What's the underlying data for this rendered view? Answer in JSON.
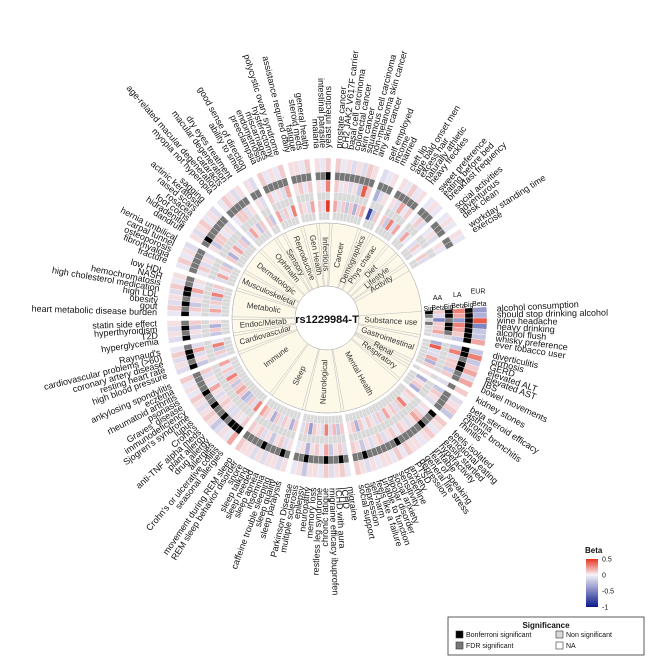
{
  "chart_data": {
    "type": "heatmap",
    "center_label": "rs1229984-T",
    "ring_headers": [
      "AA",
      "LA",
      "EUR"
    ],
    "stat_headers": [
      "Sig",
      "Beta"
    ],
    "beta_legend": {
      "title": "Beta",
      "ticks": [
        "0.5",
        "0",
        "-0.5",
        "-1"
      ],
      "range": [
        -1,
        0.5
      ]
    },
    "significance_legend": {
      "title": "Significance",
      "items": [
        "Bonferroni significant",
        "FDR significant",
        "Non significant",
        "NA"
      ]
    },
    "domains": [
      {
        "name": "Substance use",
        "traits": [
          "alcohol consumption",
          "should stop drinking alcohol",
          "wine headache",
          "heavy drinking",
          "alcohol flush",
          "whisky preference",
          "ever tobacco user"
        ]
      },
      {
        "name": "Gastrointestinal",
        "traits": [
          "diverticulitis",
          "cirrhosis",
          "GERD",
          "elevated ALT",
          "elevated AST",
          "IBS",
          "bowel movements"
        ]
      },
      {
        "name": "Renal",
        "traits": [
          "kidney stones"
        ]
      },
      {
        "name": "Respiratory",
        "traits": [
          "beta steroid efficacy",
          "asthma",
          "chronic bronchitis",
          "rhinitis"
        ]
      },
      {
        "name": "Mental Health",
        "traits": [
          "feels isolated",
          "emotional eating",
          "easily startled",
          "hyperactivity",
          "irritable",
          "fear of speaking",
          "general life stress",
          "depression",
          "PTSD",
          "anxiety",
          "borderline",
          "sensitivity",
          "social anxiety",
          "bipolar disorder",
          "unable to function",
          "feels like a failure",
          "self-harm",
          "depression",
          "social support"
        ]
      },
      {
        "name": "Neurological",
        "traits": [
          "migraine",
          "ICHD",
          "ICHD with aura",
          "migraine efficacy ibuprofen",
          "chronic fatigue",
          "restless leg syndrome",
          "memory loss",
          "neuropathy",
          "epilepsy",
          "multiple sclerosis",
          "Parkinson Disease"
        ]
      },
      {
        "name": "Sleep",
        "traits": [
          "sleep paralysis",
          "sleep quality",
          "caffeine trouble sleeping",
          "insomnia",
          "sleep apnea",
          "sleep needed",
          "sleep talking",
          "snore",
          "REM sleep behavior disorder",
          "movement during REM sleep"
        ]
      },
      {
        "name": "Immune",
        "traits": [
          "seasonal allergies",
          "Crohn's or ulcerative colitis",
          "allergies",
          "drug allergy",
          "plant allergy",
          "anti-TNF alpha meds",
          "Crohn's",
          "lupus",
          "Sjogren's syndrome",
          "immunodeficiency",
          "Graves' disease",
          "psoriasis",
          "rheumatoid arthritis",
          "eczema",
          "ankylosing spondylitis"
        ]
      },
      {
        "name": "Cardiovascular",
        "traits": [
          "high blood pressure",
          "resting heart rate",
          "coronary artery disease",
          "cardiovascular problems (>60)",
          "Raynaud's"
        ]
      },
      {
        "name": "Endoc/Metab",
        "traits": [
          "hyperglycemia",
          "T2D",
          "hyperthyroidism",
          "statin side effect"
        ]
      },
      {
        "name": "Metabolic",
        "traits": [
          "heart metabolic disease burden",
          "gout",
          "obesity",
          "high LDL",
          "high cholesterol medication",
          "hemochromatosis",
          "NASH",
          "low HDL"
        ]
      },
      {
        "name": "Musculoskeletal",
        "traits": [
          "fracture",
          "fibromyalgia",
          "osteoporosis",
          "carpal tunnel",
          "hernia umbilical"
        ]
      },
      {
        "name": "Dermatologic",
        "traits": [
          "dandruff",
          "hidradenitis",
          "foot corns",
          "rosacea",
          "raised scars",
          "actinic keratosis",
          "sagging"
        ]
      },
      {
        "name": "Ophthalm",
        "traits": [
          "myopia not hyperopia",
          "age-related macular degeneration",
          "cataracts",
          "macular degeneration",
          "dry eyes treatment"
        ]
      },
      {
        "name": "Sensory",
        "traits": [
          "ability to smell",
          "good sense of direction"
        ]
      },
      {
        "name": "Reproductive",
        "traits": [
          "preeclampsia",
          "endometriosis",
          "miscarriages",
          "hysterectomy",
          "polycystic ovary syndrome"
        ]
      },
      {
        "name": "Gen Health",
        "traits": [
          "assistance required daily",
          "fatigue",
          "steroid meds",
          "general health"
        ]
      },
      {
        "name": "Infectious",
        "traits": [
          "malaria",
          "intestinal parasite",
          "yeast infections"
        ]
      },
      {
        "name": "Cancer",
        "traits": [
          "prostate cancer",
          "CH2 JAK2 V617F carrier",
          "basal cell carcinoma",
          "colorectal cancer",
          "skin cancer",
          "squamous cell carcinoma",
          "non-melanoma skin cancer",
          "any skin cancer"
        ]
      },
      {
        "name": "Demographics",
        "traits": [
          "self employed",
          "income",
          "married"
        ]
      },
      {
        "name": "Phys charac",
        "traits": [
          "cleft lip",
          "age bald onset men",
          "excess hair",
          "naturally athletic",
          "heavy freckles"
        ]
      },
      {
        "name": "Diet",
        "traits": [
          "sweet preference",
          "eating before bed",
          "breakfast frequency"
        ]
      },
      {
        "name": "Lifestyle",
        "traits": [
          "social activities",
          "adventurous",
          "desk clean"
        ]
      },
      {
        "name": "Activity",
        "traits": [
          "workday standing time",
          "exercise"
        ]
      }
    ],
    "beta": {
      "AA": [
        0.1,
        -0.1,
        -0.5,
        0.1,
        0.1,
        0.2,
        -0.1,
        -0.3,
        0.4,
        -0.1,
        -0.1,
        0.2,
        -0.3,
        0.1,
        0.05,
        -0.3,
        0.05,
        0.1,
        -0.3,
        0.1,
        0.05,
        -0.05,
        0.3,
        0.1,
        -0.1,
        0.1,
        0.05,
        0.2,
        -0.1,
        0.1,
        -0.1,
        0.05,
        0.1,
        -0.05,
        0.1,
        -0.3,
        0.1,
        0.05,
        0.1,
        -0.2,
        0.15,
        -0.1,
        0.3,
        -0.1,
        0.05,
        0.1,
        -0.4,
        0.1,
        -0.1,
        0.1,
        -0.3,
        0.05,
        0.1,
        -0.1,
        0.1,
        -0.3,
        0.05,
        0.1,
        0.2,
        0.3,
        -0.1,
        0.1,
        -0.2,
        -0.3,
        0.1,
        0.2,
        0.1,
        -0.2,
        0.1,
        0.3,
        -0.1,
        0.1,
        -0.05,
        0.2,
        -0.1,
        0.1,
        -0.2,
        0.3,
        -0.05,
        -0.2,
        0.1,
        -0.3,
        0.05,
        -0.1,
        0.2,
        -0.1,
        0.1,
        -0.2,
        0.3,
        -0.1,
        0.1,
        -0.1,
        0.2,
        -0.05,
        0.1,
        -0.2,
        0.1,
        -0.3,
        0.05,
        0.2,
        -0.1,
        0.1,
        -0.2,
        -0.1,
        0.2,
        0.05,
        -0.2,
        0.1,
        0.1,
        -0.2,
        0.2,
        -0.1,
        0.1,
        -0.05,
        0.3,
        0.1,
        0.05,
        -0.1,
        0.2,
        0.1,
        -0.1,
        0.5,
        0.2,
        -0.1,
        0.1,
        -0.2,
        0.1,
        -0.3,
        0.1,
        0.2,
        -0.8,
        -0.2,
        0.1,
        0.1,
        -0.2,
        0.3,
        -0.1,
        0.2,
        -0.1,
        0.2,
        -0.05,
        -0.1,
        0.1,
        -0.05,
        0.1,
        -0.1
      ],
      "LA": [
        0.3,
        0.2,
        -0.4,
        0.3,
        0.2,
        0.1,
        -0.2,
        -0.2,
        0.3,
        -0.1,
        0.1,
        0.1,
        -0.2,
        0.1,
        -0.1,
        -0.2,
        0.1,
        0.05,
        -0.1,
        0.05,
        -0.05,
        0.1,
        0.2,
        0.05,
        -0.1,
        0.05,
        0.1,
        -0.05,
        0.1,
        0.05,
        -0.1,
        0.1,
        0.05,
        -0.1,
        0.05,
        -0.2,
        0.05,
        0.1,
        -0.1,
        0.1,
        0.05,
        -0.2,
        0.2,
        -0.05,
        0.1,
        0.05,
        -0.3,
        0.05,
        -0.05,
        0.05,
        -0.1,
        0.1,
        0.05,
        -0.2,
        0.05,
        -0.1,
        0.1,
        0.05,
        0.1,
        0.1,
        -0.05,
        0.05,
        -0.1,
        -0.1,
        0.05,
        0.1,
        0.05,
        -0.1,
        0.05,
        0.2,
        -0.05,
        0.05,
        -0.1,
        0.1,
        -0.2,
        0.05,
        -0.1,
        0.2,
        -0.1,
        -0.1,
        0.05,
        -0.2,
        0.1,
        -0.05,
        0.1,
        -0.2,
        0.05,
        -0.1,
        0.2,
        -0.05,
        0.05,
        -0.05,
        0.1,
        -0.1,
        0.05,
        -0.1,
        0.05,
        -0.2,
        0.1,
        0.1,
        -0.05,
        0.05,
        -0.1,
        -0.05,
        0.1,
        0.1,
        -0.1,
        0.05,
        0.05,
        -0.1,
        0.1,
        -0.05,
        0.05,
        -0.1,
        0.2,
        0.05,
        0.1,
        -0.05,
        0.1,
        0.05,
        -0.05,
        0.3,
        0.1,
        -0.05,
        0.05,
        -0.1,
        0.05,
        -0.2,
        0.4,
        0.1,
        -0.3,
        -0.1,
        0.05,
        0.05,
        -0.1,
        0.2,
        -0.05,
        0.1,
        -0.05,
        0.1,
        -0.1,
        -0.05,
        0.05,
        -0.1,
        0.05,
        -0.05
      ],
      "EUR": [
        -0.4,
        -0.3,
        0.4,
        -0.5,
        -0.2,
        -0.2,
        0.2,
        -0.2,
        0.3,
        -0.2,
        0.1,
        0.2,
        -0.1,
        0.2,
        0.1,
        -0.1,
        0.05,
        0.1,
        -0.2,
        0.1,
        0.05,
        -0.05,
        0.1,
        0.05,
        -0.05,
        0.05,
        0.05,
        0.1,
        -0.05,
        0.1,
        -0.05,
        0.05,
        0.05,
        -0.05,
        0.05,
        -0.1,
        0.05,
        0.1,
        -0.05,
        0.1,
        0.05,
        -0.1,
        0.1,
        -0.05,
        0.05,
        0.05,
        -0.2,
        0.05,
        -0.05,
        0.05,
        -0.1,
        0.05,
        0.05,
        -0.1,
        0.05,
        -0.1,
        0.05,
        0.05,
        0.1,
        0.2,
        -0.05,
        0.05,
        -0.1,
        -0.2,
        0.05,
        0.1,
        0.05,
        -0.1,
        0.05,
        0.1,
        -0.05,
        0.05,
        -0.05,
        0.1,
        -0.1,
        0.05,
        -0.1,
        0.1,
        -0.05,
        -0.1,
        0.05,
        -0.1,
        0.05,
        -0.05,
        0.1,
        -0.1,
        0.05,
        -0.1,
        0.1,
        -0.05,
        0.05,
        -0.05,
        0.1,
        -0.05,
        0.05,
        -0.1,
        0.05,
        -0.1,
        0.05,
        0.1,
        -0.05,
        0.05,
        -0.1,
        -0.05,
        0.1,
        0.05,
        -0.1,
        0.05,
        0.05,
        -0.1,
        0.1,
        -0.05,
        0.05,
        -0.05,
        0.1,
        0.05,
        0.05,
        -0.05,
        0.1,
        0.05,
        -0.05,
        0.1,
        0.1,
        -0.05,
        0.05,
        -0.1,
        0.05,
        -0.1,
        0.1,
        0.05,
        -0.1,
        -0.05,
        0.05,
        0.05,
        -0.05,
        0.1,
        -0.05,
        0.05,
        -0.05,
        0.05,
        -0.05,
        -0.05,
        0.05,
        -0.05,
        0.05,
        -0.05
      ]
    },
    "sig": {
      "AA": [
        "B",
        "F",
        "N",
        "F",
        "N",
        "N",
        "N",
        "N",
        "N",
        "N",
        "N",
        "N",
        "N",
        "N",
        "N",
        "N",
        "N",
        "N",
        "N",
        "N",
        "N",
        "N",
        "N",
        "N",
        "N",
        "N",
        "N",
        "N",
        "N",
        "N",
        "N",
        "N",
        "N",
        "N",
        "N",
        "N",
        "N",
        "N",
        "N",
        "N",
        "N",
        "N",
        "N",
        "N",
        "N",
        "N",
        "N",
        "N",
        "N",
        "N",
        "N",
        "N",
        "N",
        "N",
        "N",
        "N",
        "N",
        "N",
        "N",
        "N",
        "N",
        "N",
        "N",
        "N",
        "N",
        "N",
        "N",
        "N",
        "N",
        "N",
        "N",
        "N",
        "N",
        "N",
        "N",
        "N",
        "N",
        "N",
        "N",
        "N",
        "N",
        "N",
        "N",
        "N",
        "N",
        "N",
        "N",
        "N",
        "N",
        "N",
        "N",
        "N",
        "N",
        "N",
        "N",
        "N",
        "N",
        "N",
        "N",
        "N",
        "N",
        "N",
        "N",
        "N",
        "N",
        "N",
        "N",
        "N",
        "N",
        "N",
        "N",
        "N",
        "N",
        "N",
        "N",
        "N",
        "N",
        "N",
        "N",
        "N",
        "N",
        "N",
        "N",
        "N",
        "N",
        "N",
        "N",
        "N",
        "N",
        "N",
        "N",
        "N",
        "N",
        "N",
        "N",
        "N",
        "N",
        "N",
        "N",
        "N",
        "N",
        "N",
        "N",
        "N",
        "N",
        "N"
      ],
      "LA": [
        "B",
        "B",
        "F",
        "B",
        "B",
        "F",
        "N",
        "N",
        "N",
        "N",
        "N",
        "N",
        "N",
        "N",
        "N",
        "N",
        "N",
        "N",
        "N",
        "N",
        "N",
        "N",
        "N",
        "N",
        "N",
        "N",
        "N",
        "N",
        "N",
        "N",
        "N",
        "N",
        "N",
        "N",
        "N",
        "N",
        "N",
        "N",
        "N",
        "N",
        "N",
        "N",
        "N",
        "N",
        "N",
        "N",
        "N",
        "N",
        "N",
        "N",
        "N",
        "N",
        "N",
        "N",
        "N",
        "N",
        "N",
        "N",
        "N",
        "N",
        "N",
        "N",
        "N",
        "N",
        "N",
        "N",
        "N",
        "N",
        "N",
        "N",
        "N",
        "N",
        "N",
        "N",
        "N",
        "N",
        "N",
        "N",
        "N",
        "N",
        "N",
        "N",
        "N",
        "N",
        "N",
        "N",
        "N",
        "N",
        "N",
        "N",
        "N",
        "N",
        "N",
        "N",
        "N",
        "N",
        "N",
        "N",
        "N",
        "N",
        "N",
        "N",
        "N",
        "N",
        "N",
        "N",
        "N",
        "N",
        "N",
        "N",
        "N",
        "N",
        "N",
        "N",
        "N",
        "N",
        "N",
        "N",
        "N",
        "N",
        "N",
        "N",
        "N",
        "N",
        "N",
        "N",
        "N",
        "N",
        "N",
        "N",
        "N",
        "N",
        "N",
        "N",
        "N",
        "N",
        "N",
        "N",
        "N",
        "N",
        "N",
        "N",
        "N",
        "N",
        "N",
        "N"
      ],
      "EUR": [
        "B",
        "B",
        "B",
        "B",
        "B",
        "B",
        "B",
        "B",
        "B",
        "F",
        "B",
        "B",
        "F",
        "F",
        "F",
        "F",
        "F",
        "F",
        "F",
        "B",
        "F",
        "F",
        "B",
        "F",
        "F",
        "F",
        "F",
        "F",
        "B",
        "F",
        "F",
        "F",
        "F",
        "F",
        "F",
        "B",
        "F",
        "F",
        "F",
        "B",
        "F",
        "F",
        "B",
        "F",
        "F",
        "F",
        "B",
        "F",
        "F",
        "F",
        "B",
        "F",
        "F",
        "F",
        "B",
        "F",
        "F",
        "F",
        "F",
        "B",
        "B",
        "B",
        "F",
        "B",
        "F",
        "F",
        "B",
        "F",
        "F",
        "B",
        "F",
        "F",
        "F",
        "F",
        "B",
        "F",
        "B",
        "B",
        "F",
        "B",
        "F",
        "B",
        "F",
        "B",
        "F",
        "B",
        "F",
        "B",
        "B",
        "F",
        "F",
        "F",
        "F",
        "F",
        "F",
        "F",
        "F",
        "B",
        "F",
        "F",
        "F",
        "F",
        "F",
        "F",
        "F",
        "F",
        "F",
        "F",
        "F",
        "F",
        "F",
        "F",
        "F",
        "F",
        "F",
        "F",
        "F",
        "F",
        "F",
        "F",
        "F",
        "B",
        "F",
        "F",
        "F",
        "F",
        "F",
        "F",
        "F",
        "F",
        "F",
        "F",
        "F",
        "F",
        "F",
        "F",
        "F",
        "F",
        "F",
        "F",
        "F",
        "F",
        "F",
        "F",
        "F",
        "F"
      ]
    },
    "colors": {
      "bonferroni": "#000000",
      "fdr": "#777777",
      "non_significant": "#d9d9d9",
      "na": "#ffffff",
      "center_fill": "#fdf8e8",
      "beta_pos": "#e8351e",
      "beta_zero": "#f5f2f8",
      "beta_neg": "#0b1a8c"
    }
  }
}
